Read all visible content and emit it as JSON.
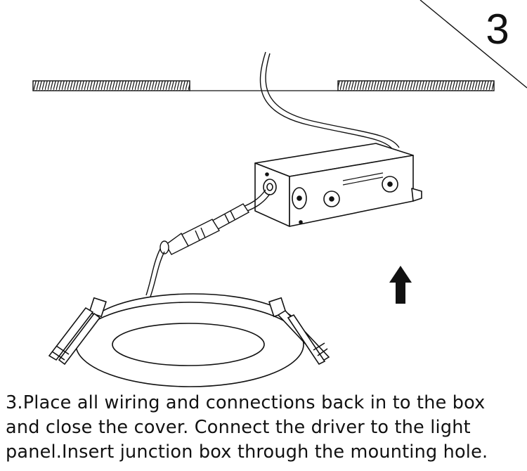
{
  "step_number": "3",
  "caption_lines": [
    "3.Place all wiring and connections back in to the box",
    "and close the cover. Connect the driver to the light",
    "panel.Insert junction box through the mounting hole."
  ],
  "colors": {
    "ink": "#111111",
    "background": "#ffffff"
  },
  "icons": {
    "arrow": "up-arrow-icon",
    "junction_box": "junction-box-icon",
    "light_panel": "recessed-light-panel-icon",
    "connector": "wire-connector-icon"
  }
}
